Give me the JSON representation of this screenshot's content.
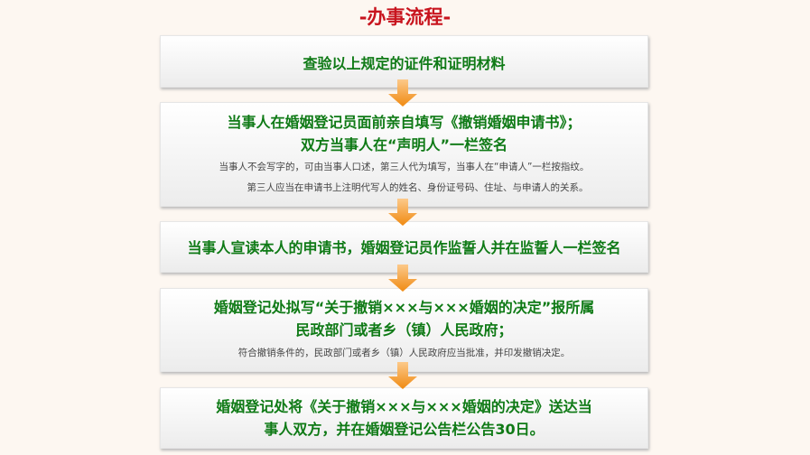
{
  "title": "-办事流程-",
  "steps": [
    {
      "main": [
        "查验以上规定的证件和证明材料"
      ],
      "notes": []
    },
    {
      "main": [
        "当事人在婚姻登记员面前亲自填写《撤销婚姻申请书》；",
        "双方当事人在“声明人”一栏签名"
      ],
      "notes": [
        "当事人不会写字的，可由当事人口述，第三人代为填写，当事人在“申请人”一栏按指纹。",
        "第三人应当在申请书上注明代写人的姓名、身份证号码、住址、与申请人的关系。"
      ]
    },
    {
      "main": [
        "当事人宣读本人的申请书，婚姻登记员作监誓人并在监誓人一栏签名"
      ],
      "notes": []
    },
    {
      "main": [
        "婚姻登记处拟写“关于撤销×××与×××婚姻的决定”报所属",
        "民政部门或者乡（镇）人民政府；"
      ],
      "notes": [
        "符合撤销条件的，民政部门或者乡（镇）人民政府应当批准，并印发撤销决定。"
      ]
    },
    {
      "main": [
        "婚姻登记处将《关于撤销×××与×××婚姻的决定》送达当",
        "事人双方，并在婚姻登记公告栏公告30日。"
      ],
      "notes": []
    }
  ],
  "colors": {
    "title": "#c8141e",
    "main": "#0f7a16",
    "arrow": "#f39a1e"
  }
}
